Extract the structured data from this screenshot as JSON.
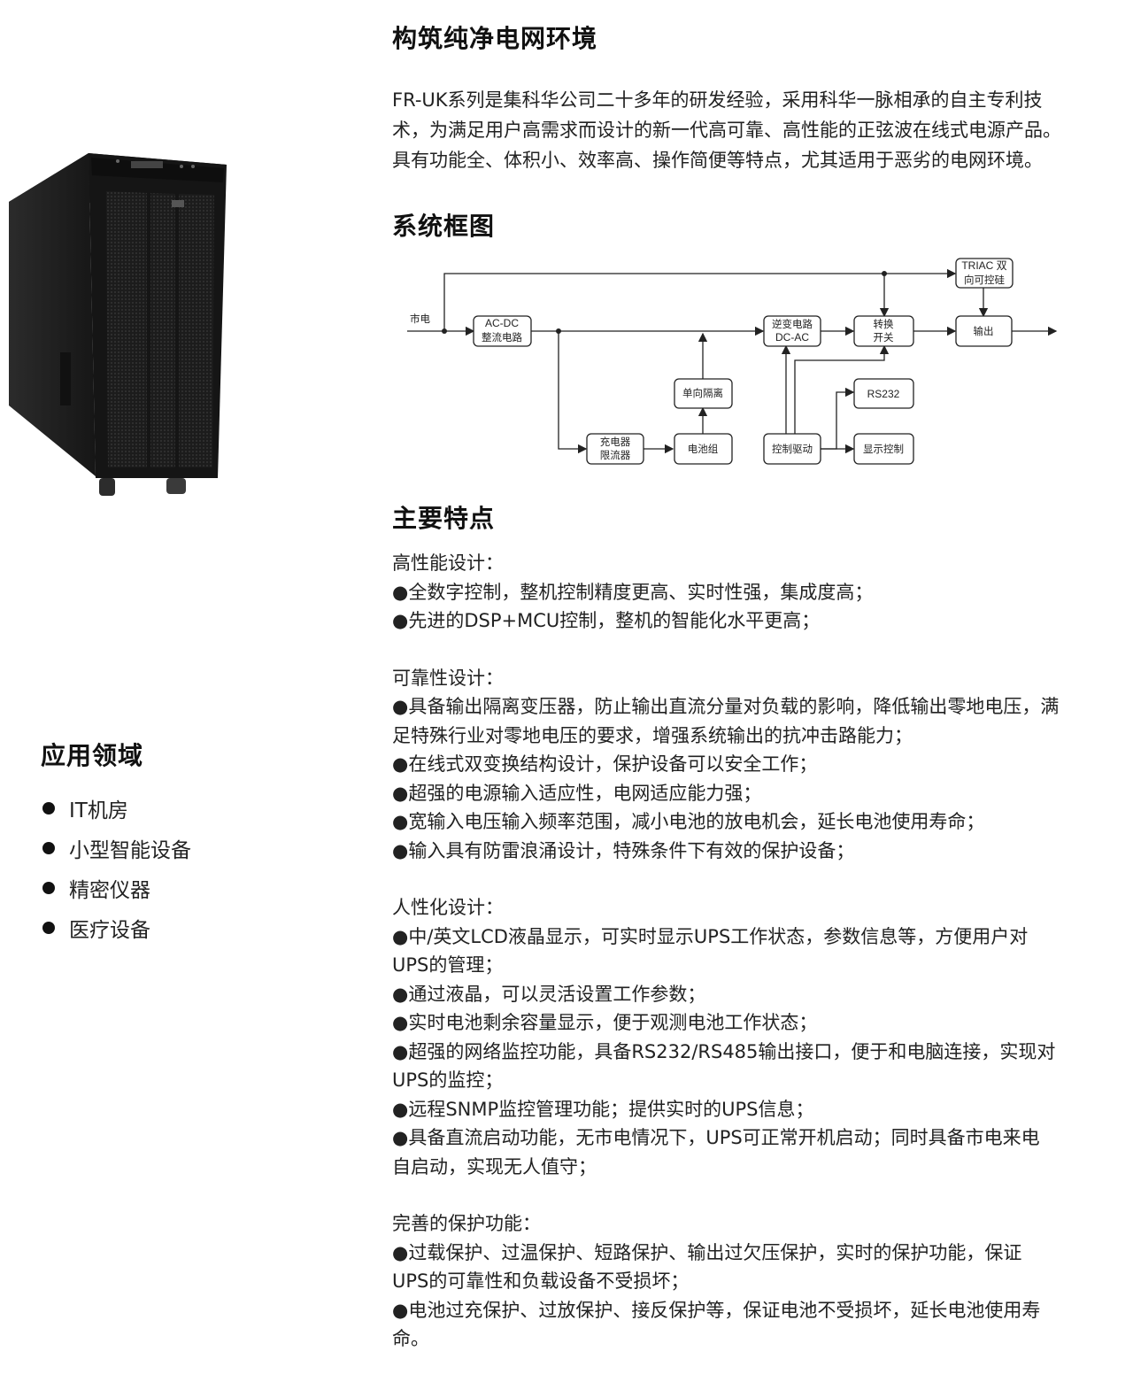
{
  "titles": {
    "main": "构筑纯净电网环境",
    "diagram": "系统框图",
    "features": "主要特点",
    "applications": "应用领域"
  },
  "intro": [
    "FR-UK系列是集科华公司二十多年的研发经验，采用科华一脉相承的自主专利技",
    "术，为满足用户高需求而设计的新一代高可靠、高性能的正弦波在线式电源产品。",
    "具有功能全、体积小、效率高、操作简便等特点，尤其适用于恶劣的电网环境。"
  ],
  "diagram": {
    "input_label": "市电",
    "boxes": {
      "acdc_1": "AC-DC",
      "acdc_2": "整流电路",
      "inverter_1": "逆变电路",
      "inverter_2": "DC-AC",
      "switch_1": "转换",
      "switch_2": "开关",
      "triac_1": "TRIAC 双",
      "triac_2": "向可控硅",
      "output": "输出",
      "isolation": "单向隔离",
      "rs232": "RS232",
      "charger_1": "充电器",
      "charger_2": "限流器",
      "battery": "电池组",
      "control": "控制驱动",
      "display": "显示控制"
    }
  },
  "applications": [
    "IT机房",
    "小型智能设备",
    "精密仪器",
    "医疗设备"
  ],
  "features": [
    {
      "title": "高性能设计：",
      "lines": [
        "●全数字控制，整机控制精度更高、实时性强，集成度高；",
        "●先进的DSP+MCU控制，整机的智能化水平更高；"
      ]
    },
    {
      "title": "可靠性设计：",
      "lines": [
        "●具备输出隔离变压器，防止输出直流分量对负载的影响，降低输出零地电压，满",
        "足特殊行业对零地电压的要求，增强系统输出的抗冲击路能力；",
        "●在线式双变换结构设计，保护设备可以安全工作；",
        "●超强的电源输入适应性，电网适应能力强；",
        "●宽输入电压输入频率范围，减小电池的放电机会，延长电池使用寿命；",
        "●输入具有防雷浪涌设计，特殊条件下有效的保护设备；"
      ]
    },
    {
      "title": "人性化设计：",
      "lines": [
        "●中/英文LCD液晶显示，可实时显示UPS工作状态，参数信息等，方便用户对",
        "UPS的管理；",
        "●通过液晶，可以灵活设置工作参数；",
        "●实时电池剩余容量显示，便于观测电池工作状态；",
        "●超强的网络监控功能，具备RS232/RS485输出接口，便于和电脑连接，实现对",
        "UPS的监控；",
        "●远程SNMP监控管理功能；提供实时的UPS信息；",
        "●具备直流启动功能，无市电情况下，UPS可正常开机启动；同时具备市电来电",
        "自启动，实现无人值守；"
      ]
    },
    {
      "title": "完善的保护功能：",
      "lines": [
        "●过载保护、过温保护、短路保护、输出过欠压保护，实时的保护功能，保证",
        "UPS的可靠性和负载设备不受损坏；",
        "●电池过充保护、过放保护、接反保护等，保证电池不受损坏，延长电池使用寿",
        "命。"
      ]
    }
  ]
}
